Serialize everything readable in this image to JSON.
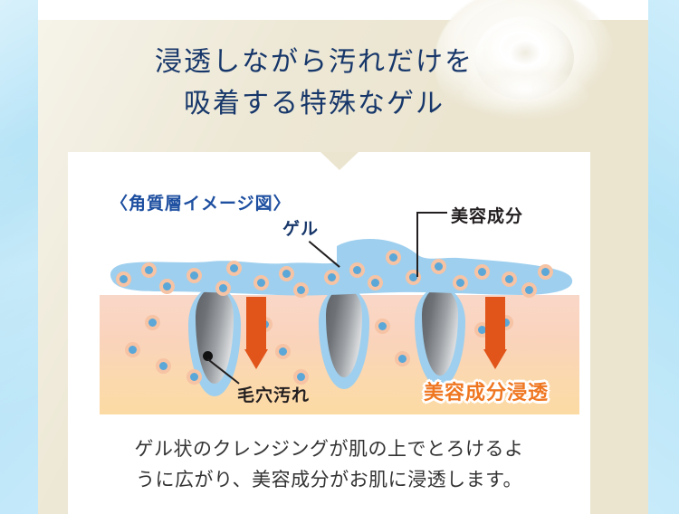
{
  "headline": {
    "line1": "浸透しながら汚れだけを",
    "line2": "吸着する特殊なゲル",
    "color": "#17376a"
  },
  "diagram": {
    "title": "〈角質層イメージ図〉",
    "title_color": "#1e4fa0",
    "labels": {
      "gel": "ゲル",
      "beauty_ingredient": "美容成分",
      "pore_dirt": "毛穴汚れ",
      "penetration": "美容成分浸透"
    },
    "colors": {
      "gel_blue": "#9ecfee",
      "skin_top": "#f9d7c8",
      "skin_bottom": "#fcdaa4",
      "particle_ring": "#f6c3a4",
      "particle_core": "#5aa7d8",
      "arrow_orange": "#e2551a",
      "penetration_text": "#ef7722",
      "pore_gray": "#6e7277"
    }
  },
  "caption": {
    "line1": "ゲル状のクレンジングが肌の上でとろけるよ",
    "line2": "うに広がり、美容成分がお肌に浸透します。"
  },
  "theme": {
    "edge_blue": "#b9e6f7",
    "page_beige": "#ebe5d0",
    "card_white": "#ffffff"
  }
}
